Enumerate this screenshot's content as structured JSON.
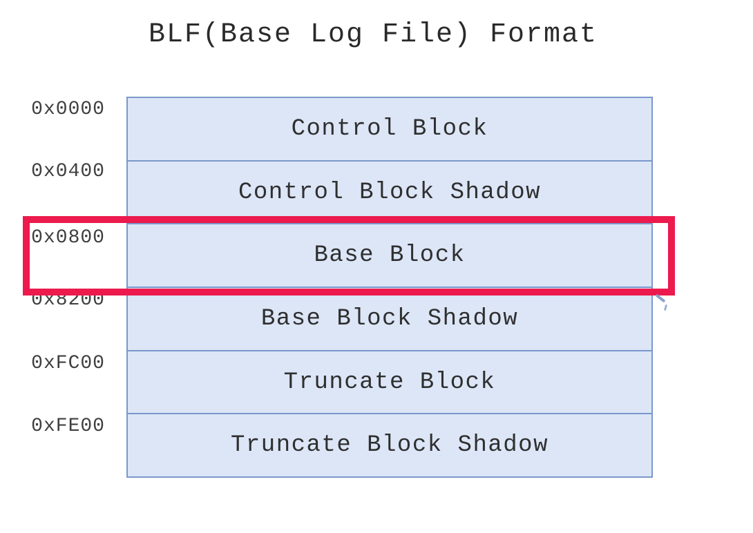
{
  "title": "BLF(Base Log File) Format",
  "diagram": {
    "rows": [
      {
        "address": "0x0000",
        "label": "Control Block",
        "highlighted": false
      },
      {
        "address": "0x0400",
        "label": "Control Block Shadow",
        "highlighted": false
      },
      {
        "address": "0x0800",
        "label": "Base Block",
        "highlighted": true
      },
      {
        "address": "0x8200",
        "label": "Base Block Shadow",
        "highlighted": false
      },
      {
        "address": "0xFC00",
        "label": "Truncate Block",
        "highlighted": false
      },
      {
        "address": "0xFE00",
        "label": "Truncate Block Shadow",
        "highlighted": false
      }
    ],
    "colors": {
      "block_fill": "#dce6f7",
      "block_border": "#7b97cb",
      "highlight_accent": "#ec1a4d",
      "block_text": "#2f2f2f",
      "address_text": "#3f3f3f",
      "title_text": "#2a2a2a",
      "background": "#ffffff"
    }
  }
}
